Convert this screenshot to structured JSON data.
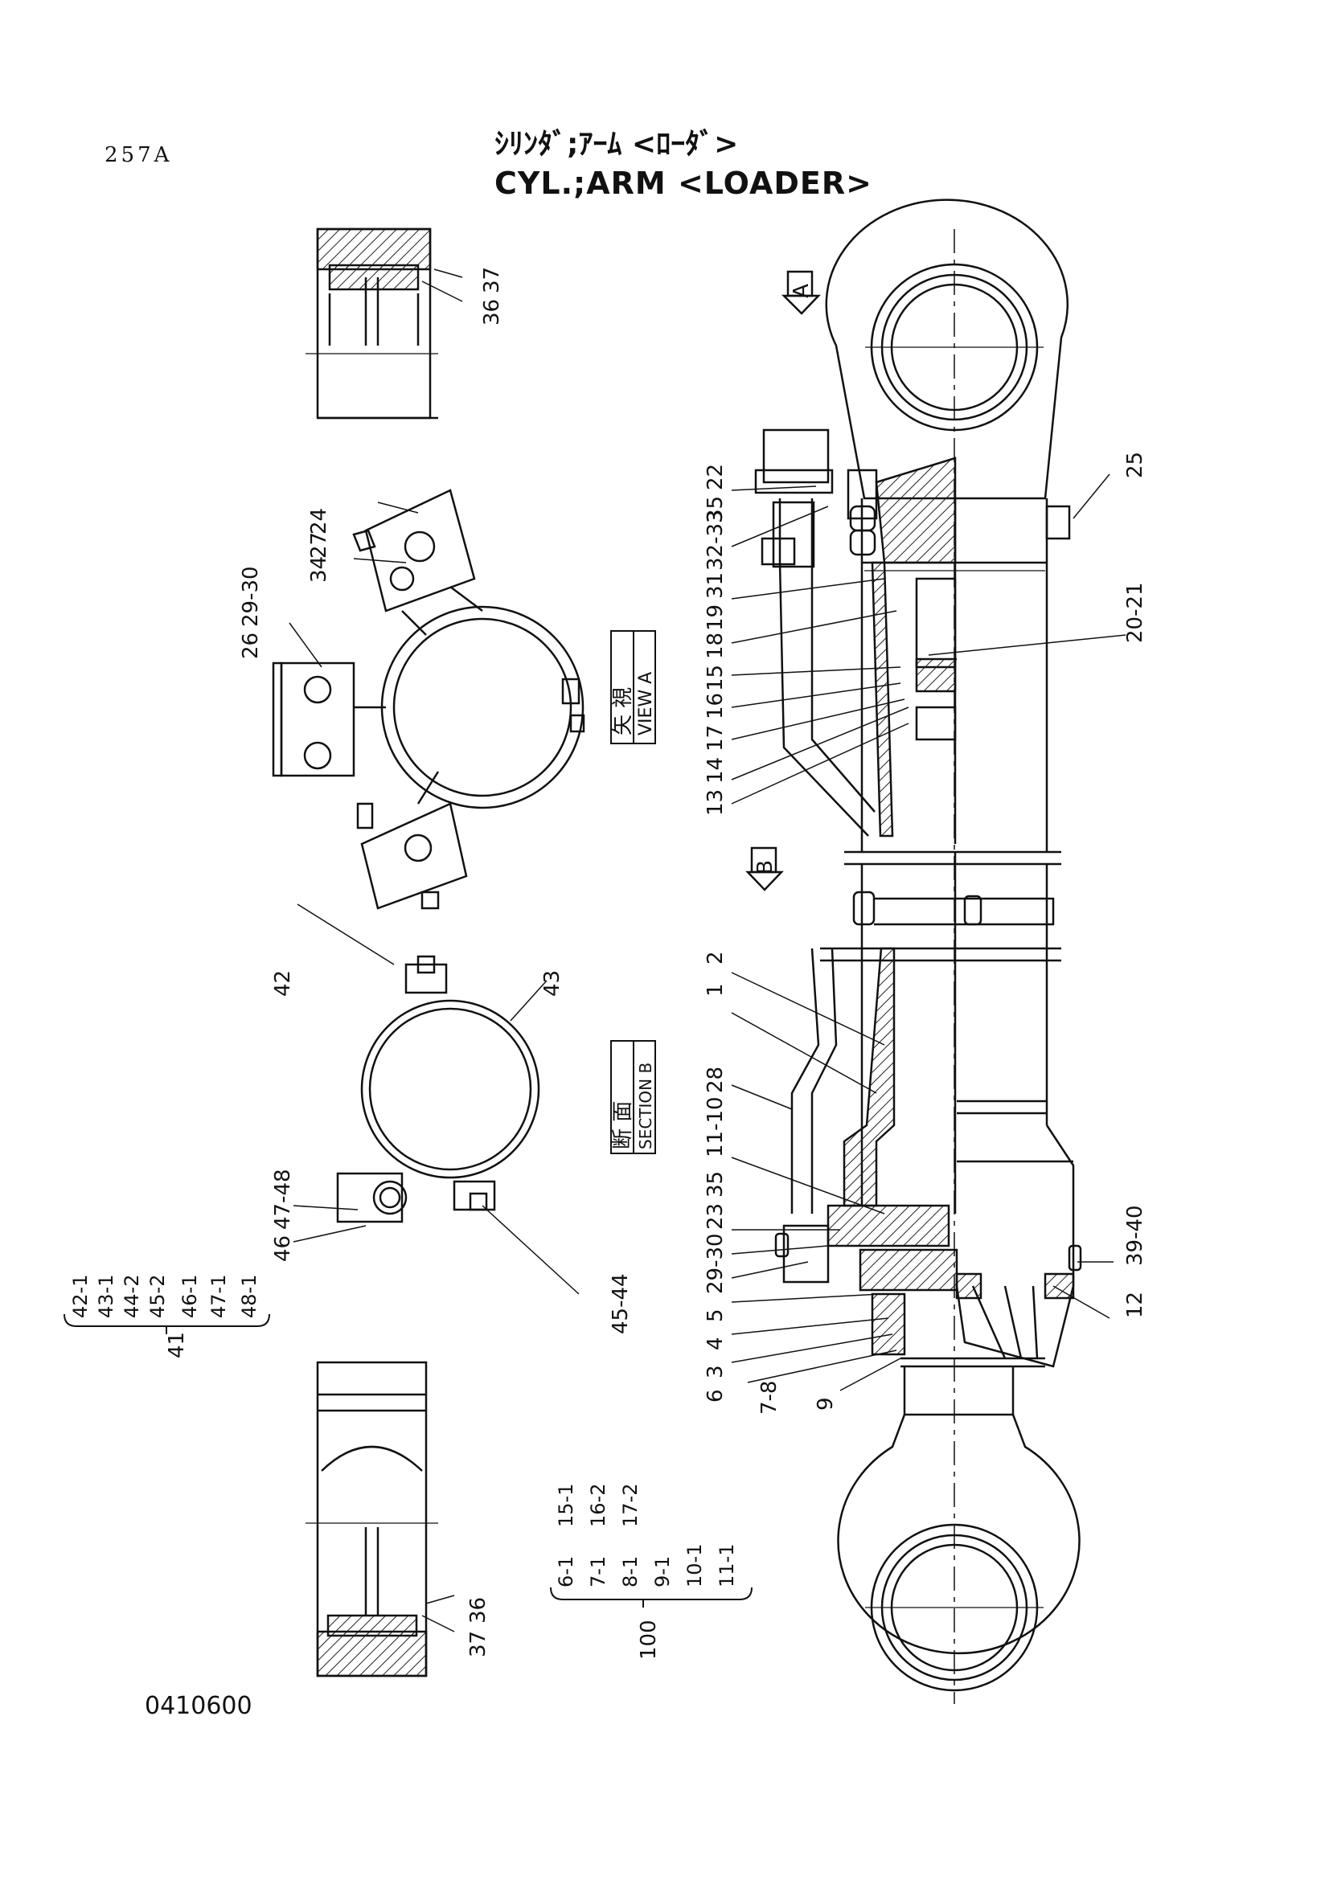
{
  "page_number": "257A",
  "title_jp": "ｼﾘﾝﾀﾞ;ｱｰﾑ <ﾛｰﾀﾞ>",
  "title_en": "CYL.;ARM <LOADER>",
  "document_number": "0410600",
  "view_markers": {
    "a": "A",
    "b": "B"
  },
  "view_a_label": {
    "jp": "矢 視",
    "en": "VIEW A"
  },
  "section_b_label": {
    "jp": "断 面",
    "en": "SECTION B"
  },
  "callouts": {
    "c1": "1",
    "c2": "2",
    "c3": "3",
    "c4": "4",
    "c5": "5",
    "c6": "6",
    "c7_8": "7-8",
    "c9": "9",
    "c11_10": "11-10",
    "c12": "12",
    "c13": "13",
    "c14": "14",
    "c15": "15",
    "c16": "16",
    "c17": "17",
    "c18": "18",
    "c19": "19",
    "c20_21": "20-21",
    "c22": "22",
    "c23": "23",
    "c24": "24",
    "c25": "25",
    "c26": "26",
    "c27": "27",
    "c28": "28",
    "c29_30a": "29-30",
    "c29_30b": "29-30",
    "c31": "31",
    "c32_33": "32-33",
    "c34": "34",
    "c35a": "35",
    "c35b": "35",
    "c36a": "36",
    "c37a": "37",
    "c36b": "36",
    "c37b": "37",
    "c39_40": "39-40",
    "c42": "42",
    "c43": "43",
    "c45_44": "45-44",
    "c46": "46",
    "c47_48": "47-48"
  },
  "kit_41": {
    "number": "41",
    "items": [
      "42-1",
      "43-1",
      "44-2",
      "45-2",
      "46-1",
      "47-1",
      "48-1"
    ]
  },
  "kit_100": {
    "number": "100",
    "items": [
      "6-1",
      "7-1",
      "8-1",
      "9-1",
      "10-1",
      "11-1",
      "15-1",
      "16-2",
      "17-2"
    ]
  }
}
